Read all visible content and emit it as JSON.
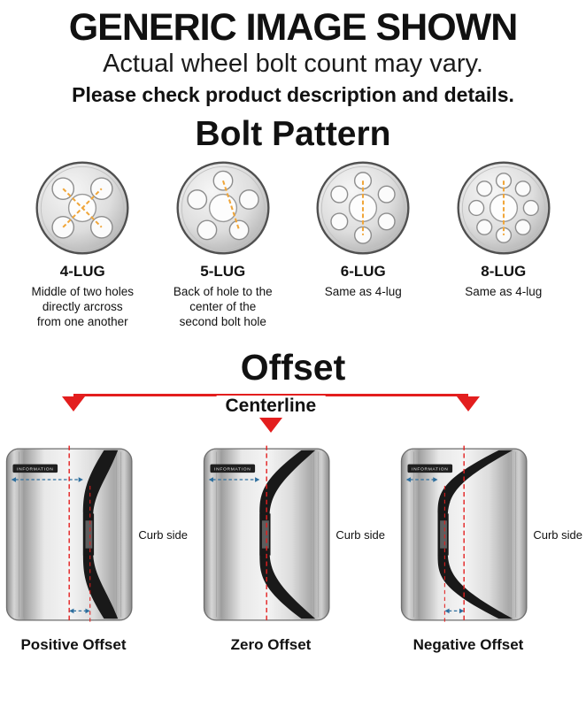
{
  "header": {
    "title": "GENERIC IMAGE SHOWN",
    "subtitle": "Actual wheel bolt count may vary.",
    "note": "Please check product description and details."
  },
  "bolt_pattern": {
    "heading": "Bolt Pattern",
    "items": [
      {
        "label": "4-LUG",
        "description": "Middle of two holes directly arcross from one another"
      },
      {
        "label": "5-LUG",
        "description": "Back of hole to the center of the second bolt hole"
      },
      {
        "label": "6-LUG",
        "description": "Same as 4-lug"
      },
      {
        "label": "8-LUG",
        "description": "Same as 4-lug"
      }
    ]
  },
  "offset": {
    "heading": "Offset",
    "centerline_label": "Centerline",
    "curb_side_label": "Curb side",
    "badge": "INFORMATION",
    "items": [
      {
        "label": "Positive Offset"
      },
      {
        "label": "Zero Offset"
      },
      {
        "label": "Negative Offset"
      }
    ],
    "colors": {
      "centerline_red": "#e31e1e",
      "measure_blue": "#2e6f9e",
      "pattern_orange": "#f0a63a"
    }
  }
}
